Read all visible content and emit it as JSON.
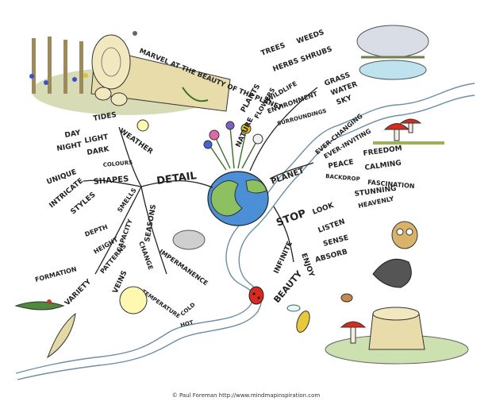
{
  "title_banner": "MARVEL AT THE BEAUTY OF THE PLANET",
  "center": {
    "detail": "DETAIL",
    "planet": "PLANET",
    "stop": "STOP",
    "nature": "NATURE"
  },
  "nature": [
    "PLANTS",
    "TREES",
    "WEEDS",
    "HERBS",
    "SHRUBS",
    "FLOWERS",
    "WILDLIFE",
    "GRASS",
    "ENVIRONMENT",
    "WATER",
    "SKY",
    "SURROUNDINGS"
  ],
  "weather": [
    "WEATHER",
    "TIDES",
    "DAY",
    "LIGHT",
    "NIGHT",
    "DARK"
  ],
  "shapes": [
    "SHAPES",
    "COLOURS",
    "UNIQUE",
    "INTRICATE",
    "STYLES",
    "SMELLS"
  ],
  "seasons": [
    "SEASONS",
    "IMPERMANENCE",
    "CHANGE",
    "TEMPERATURE",
    "COLD",
    "HOT"
  ],
  "capacity": [
    "CAPACITY",
    "DEPTH",
    "HEIGHT",
    "PATTERNS",
    "FORMATION",
    "VARIETY",
    "VEINS"
  ],
  "planet_branch": [
    "EVER-CHANGING",
    "EVER-INVITING",
    "PEACE",
    "FREEDOM",
    "CALMING",
    "FASCINATION",
    "BACKDROP",
    "STUNNING",
    "HEAVENLY"
  ],
  "stop_branch": [
    "LOOK",
    "LISTEN",
    "SENSE",
    "ABSORB",
    "ENJOY",
    "INFINITE",
    "BEAUTY"
  ],
  "credit": "© Paul Foreman http://www.mindmapinspiration.com",
  "colors": {
    "ink": "#222222",
    "river": "#c9e6f0",
    "globe_land": "#8dc060",
    "globe_sea": "#4b8fd6",
    "log": "#e8dcaa",
    "mushroom": "#d62b1e",
    "grass": "#9ab35a"
  }
}
